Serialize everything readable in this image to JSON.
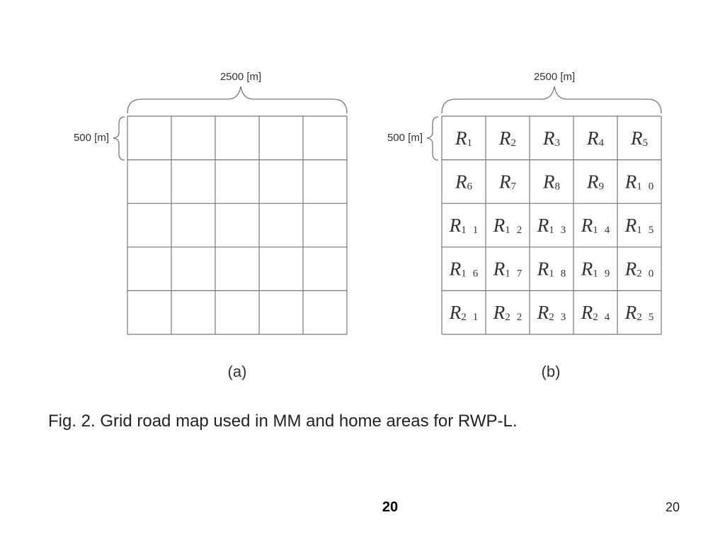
{
  "panel_a": {
    "width_label": "2500 [m]",
    "height_label": "500 [m]",
    "panel_label": "(a)",
    "rows": 5,
    "cols": 5
  },
  "panel_b": {
    "width_label": "2500 [m]",
    "height_label": "500 [m]",
    "panel_label": "(b)",
    "rows": 5,
    "cols": 5,
    "region_letter": "R",
    "regions": [
      "1",
      "2",
      "3",
      "4",
      "5",
      "6",
      "7",
      "8",
      "9",
      "10",
      "11",
      "12",
      "13",
      "14",
      "15",
      "16",
      "17",
      "18",
      "19",
      "20",
      "21",
      "22",
      "23",
      "24",
      "25"
    ]
  },
  "caption": "Fig. 2.  Grid road map used in MM and home areas for RWP-L.",
  "slide_number_center": "20",
  "slide_number_right": "20"
}
